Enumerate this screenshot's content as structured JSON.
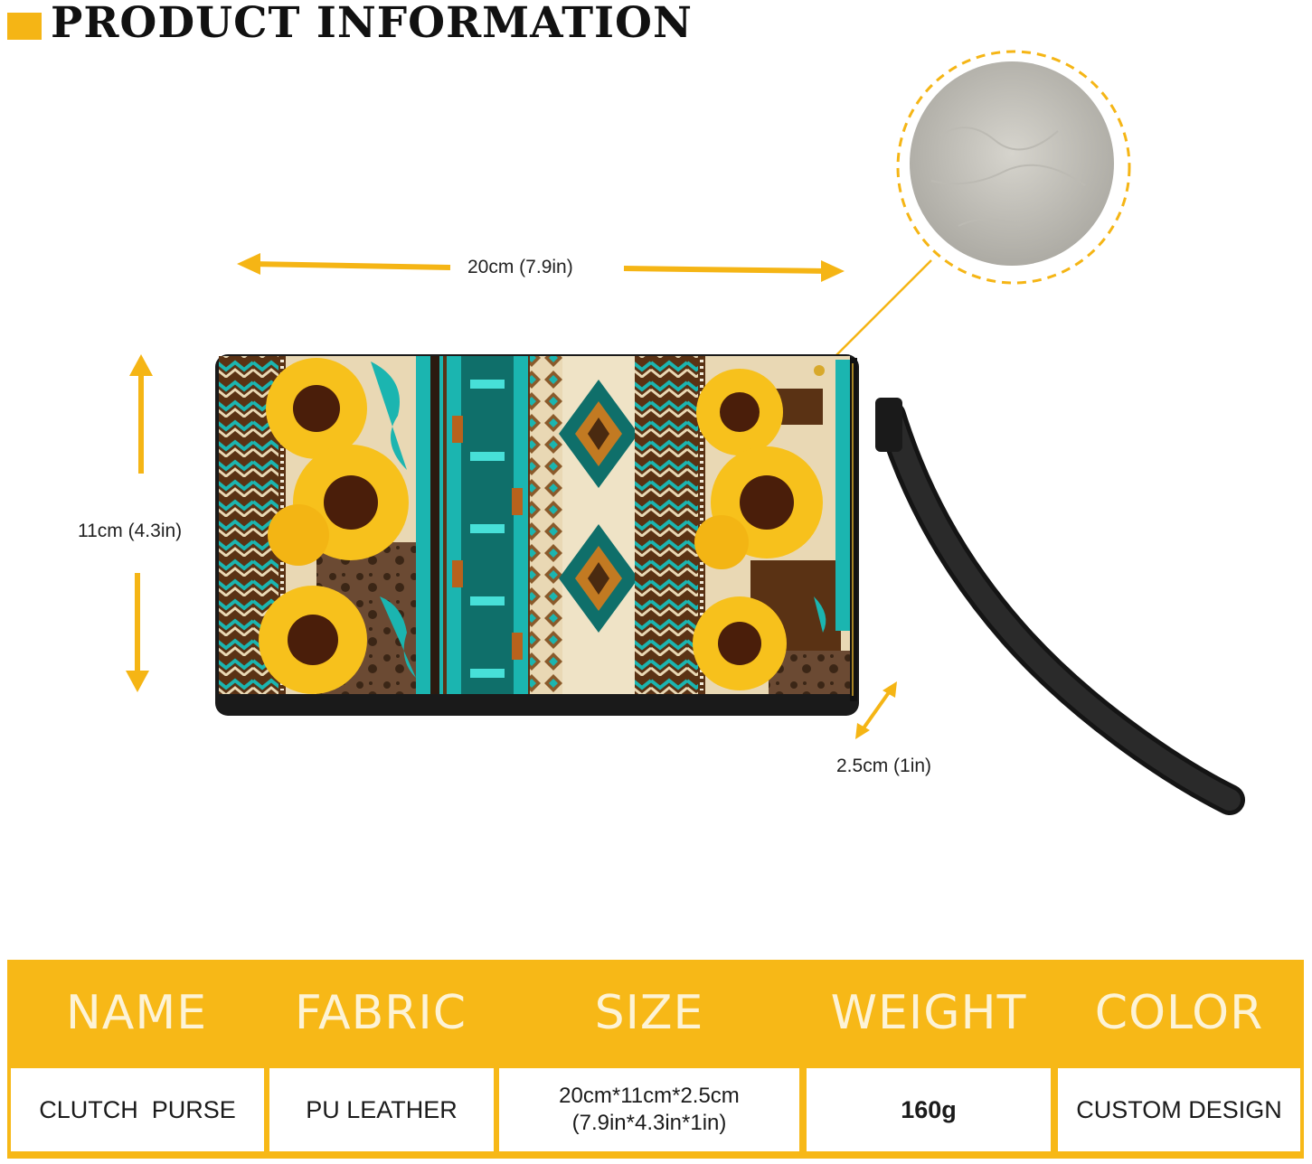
{
  "header": {
    "title": "PRODUCT INFORMATION"
  },
  "dimensions": {
    "width": "20cm (7.9in)",
    "height": "11cm (4.3in)",
    "depth": "2.5cm (1in)"
  },
  "colors": {
    "accent": "#f5b515",
    "turquoise": "#1bb5b0",
    "brown": "#5a3214",
    "sunflower": "#f7c11c",
    "strap": "#111111"
  },
  "spec_table": {
    "headers": [
      "NAME",
      "FABRIC",
      "SIZE",
      "WEIGHT",
      "COLOR"
    ],
    "values": {
      "name": "CLUTCH  PURSE",
      "fabric": "PU LEATHER",
      "size_line1": "20cm*11cm*2.5cm",
      "size_line2": "(7.9in*4.3in*1in)",
      "weight": "160g",
      "color": "CUSTOM DESIGN"
    }
  }
}
